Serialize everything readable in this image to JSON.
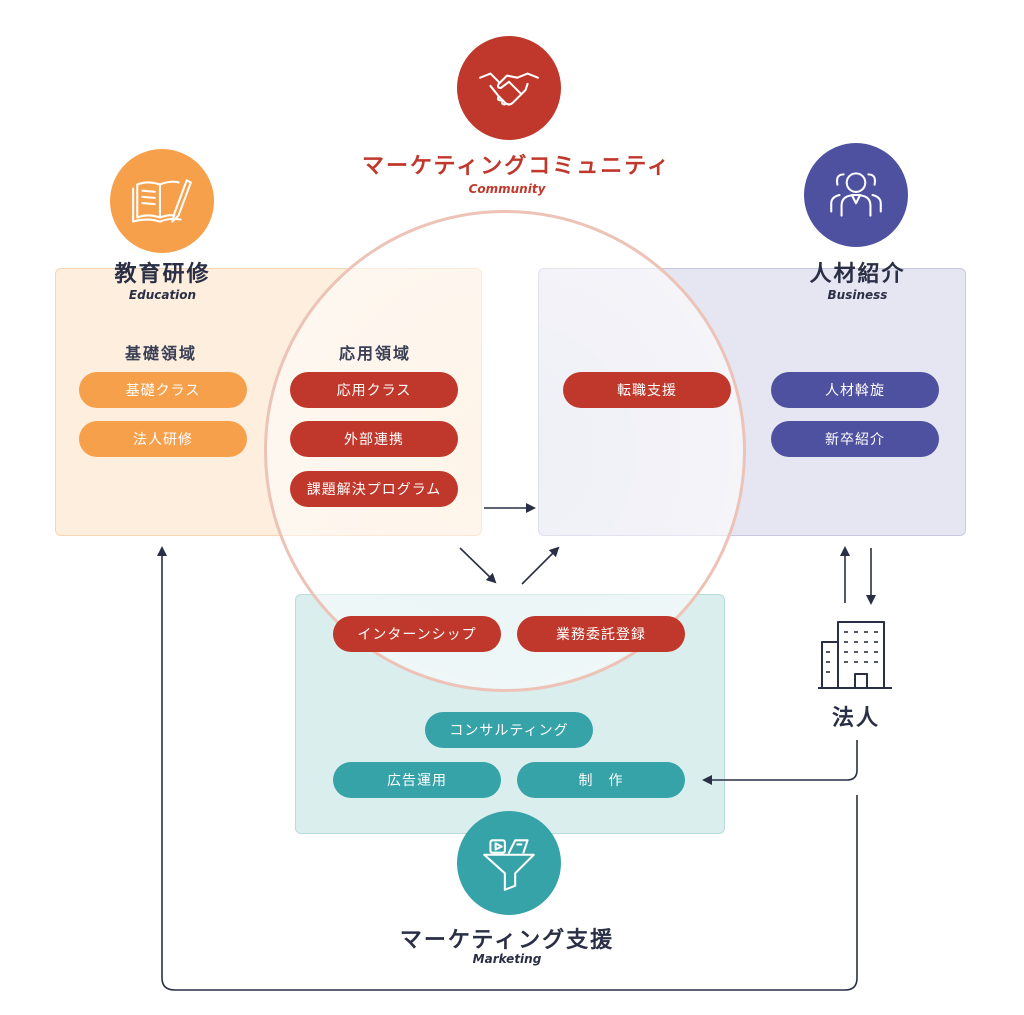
{
  "community": {
    "title": "マーケティングコミュニティ",
    "subtitle": "Community",
    "icon": "handshake-icon",
    "color": "#c0382b"
  },
  "education": {
    "title": "教育研修",
    "subtitle": "Education",
    "icon": "book-pen-icon",
    "color": "#f7a04b",
    "basic_heading": "基礎領域",
    "basic_items": [
      "基礎クラス",
      "法人研修"
    ],
    "applied_heading": "応用領域",
    "applied_items": [
      "応用クラス",
      "外部連携",
      "課題解決プログラム"
    ]
  },
  "business": {
    "title": "人材紹介",
    "subtitle": "Business",
    "icon": "people-icon",
    "color": "#4e51a0",
    "community_items": [
      "転職支援"
    ],
    "items": [
      "人材斡旋",
      "新卒紹介"
    ]
  },
  "marketing": {
    "title": "マーケティング支援",
    "subtitle": "Marketing",
    "icon": "funnel-icon",
    "color": "#36a3a8",
    "community_items": [
      "インターンシップ",
      "業務委託登録"
    ],
    "items": [
      "コンサルティング",
      "広告運用",
      "制　作"
    ]
  },
  "corporate": {
    "label": "法人",
    "icon": "building-icon"
  }
}
